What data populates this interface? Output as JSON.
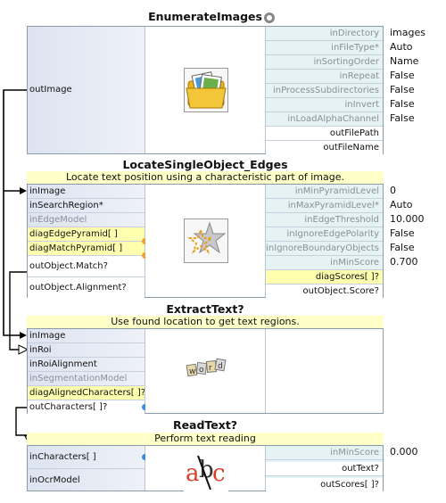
{
  "colors": {
    "accent_input": "#dde3f0",
    "accent_output": "#e6f3f5",
    "diag": "#ffffb0",
    "desc": "#ffffc8"
  },
  "tools": {
    "enumerate": {
      "title": "EnumerateImages",
      "icon": "gear-icon",
      "image_icon": "folder-images-icon",
      "inputs": {
        "out": "outImage"
      },
      "outputs": {
        "p0": "inDirectory",
        "p1": "inFileType*",
        "p2": "inSortingOrder",
        "p3": "inRepeat",
        "p4": "inProcessSubdirectories",
        "p5": "inInvert",
        "p6": "inLoadAlphaChannel",
        "o0": "outFilePath",
        "o1": "outFileName"
      },
      "values": [
        "images",
        "Auto",
        "Name",
        "False",
        "False",
        "False",
        "False"
      ]
    },
    "locate": {
      "title": "LocateSingleObject_Edges",
      "description": "Locate text position using a characteristic part of image.",
      "image_icon": "star-icon",
      "inputs": [
        "inImage",
        "inSearchRegion*",
        "inEdgeModel",
        "diagEdgePyramid[ ]",
        "diagMatchPyramid[ ]",
        "outObject.Match?",
        "outObject.Alignment?"
      ],
      "params": [
        "inMinPyramidLevel",
        "inMaxPyramidLevel*",
        "inEdgeThreshold",
        "inIgnoreEdgePolarity",
        "inIgnoreBoundaryObjects",
        "inMinScore"
      ],
      "outputs": [
        "diagScores[ ]?",
        "outObject.Score?"
      ],
      "values": [
        "0",
        "Auto",
        "10.000",
        "False",
        "False",
        "0.700"
      ]
    },
    "extract": {
      "title": "ExtractText?",
      "description": "Use found location to get text regions.",
      "image_icon": "word-tiles-icon",
      "inputs": [
        "inImage",
        "inRoi",
        "inRoiAlignment",
        "inSegmentationModel",
        "diagAlignedCharacters[ ]?",
        "outCharacters[ ]?"
      ]
    },
    "read": {
      "title": "ReadText?",
      "description": "Perform text reading",
      "image_icon": "abc-icon",
      "inputs": [
        "inCharacters[ ]",
        "inOcrModel"
      ],
      "params": [
        "inMinScore"
      ],
      "outputs": [
        "outText?",
        "outScores[ ]?"
      ],
      "values": [
        "0.000"
      ]
    }
  }
}
